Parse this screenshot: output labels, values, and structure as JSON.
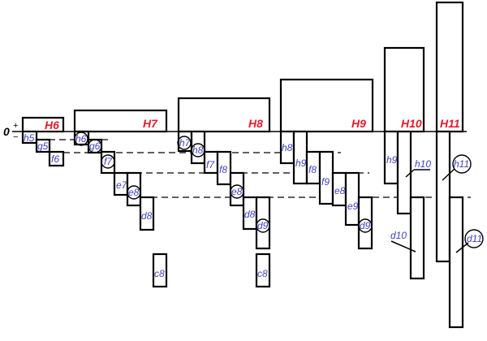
{
  "colors": {
    "hole": "#e8192c",
    "shaft": "#4040c0"
  },
  "axis": {
    "zero": "0",
    "plus": "+",
    "minus": "−"
  },
  "holes": [
    "H6",
    "H7",
    "H8",
    "H9",
    "H10",
    "H11"
  ],
  "shafts": {
    "g6_group": [
      "h5",
      "g5",
      "f6"
    ],
    "g7_group": [
      "h6",
      "g6",
      "f7",
      "e7",
      "e8",
      "d8",
      "c8"
    ],
    "g8_group": [
      "h7",
      "h8",
      "f7",
      "f8",
      "e8",
      "d8",
      "d9",
      "c8"
    ],
    "g9_group": [
      "h8",
      "h9",
      "f8",
      "f9",
      "e8",
      "e9",
      "d9"
    ],
    "g10_group": [
      "h9",
      "h10",
      "d10"
    ],
    "g11_group": [
      "h11",
      "d11"
    ]
  }
}
